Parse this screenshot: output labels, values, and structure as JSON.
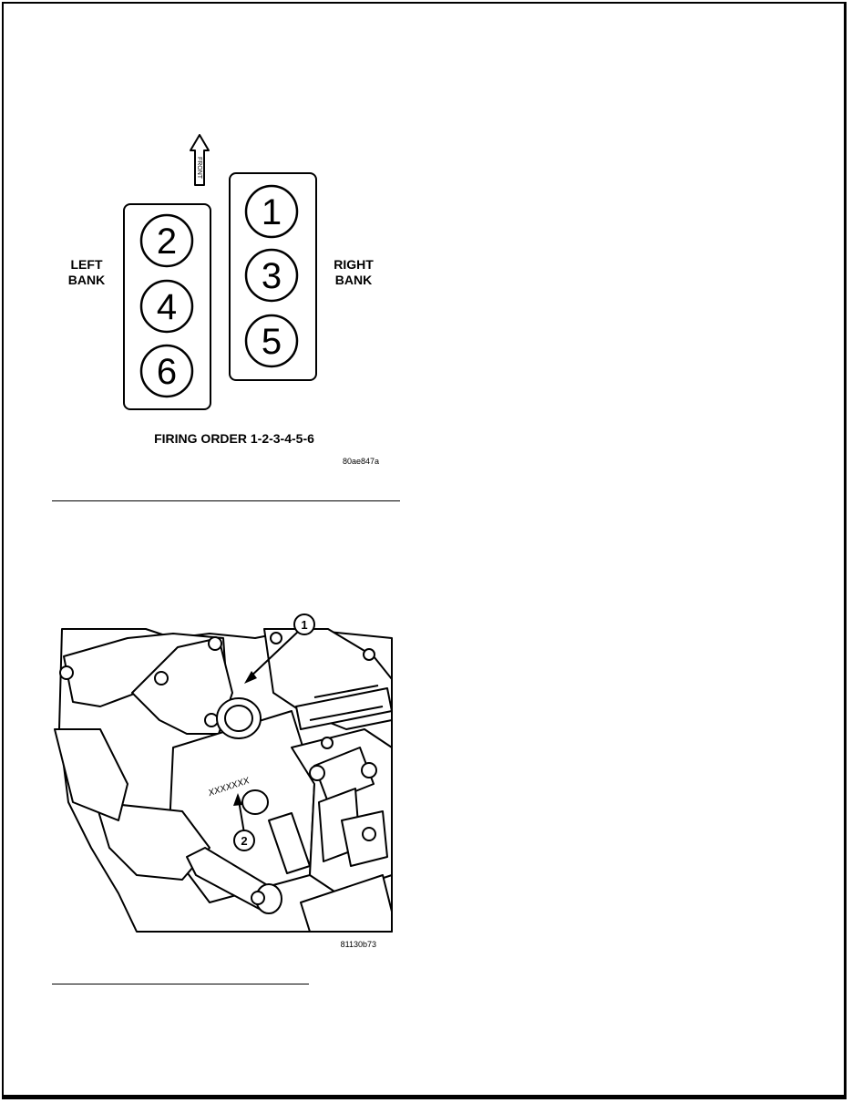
{
  "figure1": {
    "front_arrow_label": "FRONT",
    "left_bank_label": [
      "LEFT",
      "BANK"
    ],
    "right_bank_label": [
      "RIGHT",
      "BANK"
    ],
    "left_bank_cylinders": [
      "2",
      "4",
      "6"
    ],
    "right_bank_cylinders": [
      "1",
      "3",
      "5"
    ],
    "caption": "FIRING ORDER 1-2-3-4-5-6",
    "figure_id": "80ae847a"
  },
  "figure2": {
    "callouts": [
      "1",
      "2"
    ],
    "stamp_text": "XXXXXXX",
    "figure_id": "81130b73"
  }
}
